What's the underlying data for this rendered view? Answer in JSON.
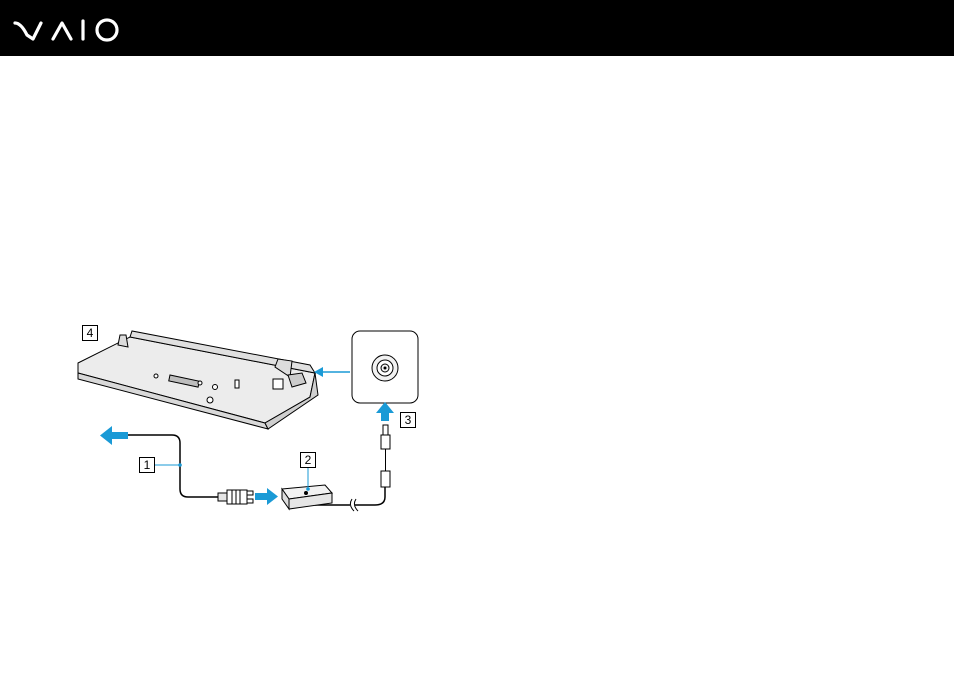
{
  "header": {
    "logo_text": "VAIO",
    "background": "#000000",
    "logo_color": "#ffffff"
  },
  "figure": {
    "callouts": [
      {
        "id": "c1",
        "label": "1"
      },
      {
        "id": "c2",
        "label": "2"
      },
      {
        "id": "c3",
        "label": "3"
      },
      {
        "id": "c4",
        "label": "4"
      }
    ],
    "arrow_color": "#1a9ad6",
    "items": [
      "docking-station",
      "ac-adapter",
      "power-cord",
      "dc-in-port"
    ]
  }
}
